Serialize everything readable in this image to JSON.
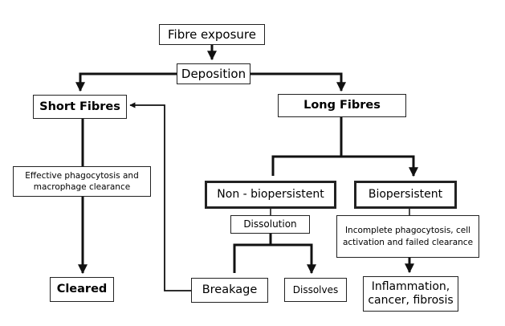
{
  "nodes": {
    "fibre_exposure": "Fibre exposure",
    "deposition": "Deposition",
    "short_fibres": "Short Fibres",
    "long_fibres": "Long Fibres",
    "effective_phagocytosis": "Effective phagocytosis and macrophage clearance",
    "non_biopersistent": "Non - biopersistent",
    "biopersistent": "Biopersistent",
    "dissolution": "Dissolution",
    "incomplete_phagocytosis": "Incomplete phagocytosis, cell activation and failed clearance",
    "cleared": "Cleared",
    "breakage": "Breakage",
    "dissolves": "Dissolves",
    "inflammation": "Inflammation, cancer, fibrosis"
  },
  "colors": {
    "line": "#111111",
    "border": "#222222"
  }
}
